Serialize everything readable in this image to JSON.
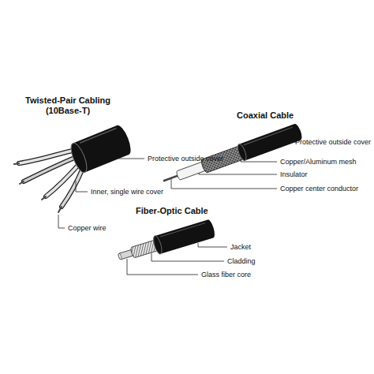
{
  "diagram": {
    "labels": [
      "Twisted-Pair Cabling (10Base-T)",
      "Protective outside cover",
      "Inner, single wire cover",
      "Copper wire",
      "Coaxial Cable",
      "Protective outside cover",
      "Copper/Aluminum mesh",
      "Insulator",
      "Copper center conductor",
      "Fiber-Optic Cable",
      "Jacket",
      "Cladding",
      "Glass fiber core"
    ]
  }
}
